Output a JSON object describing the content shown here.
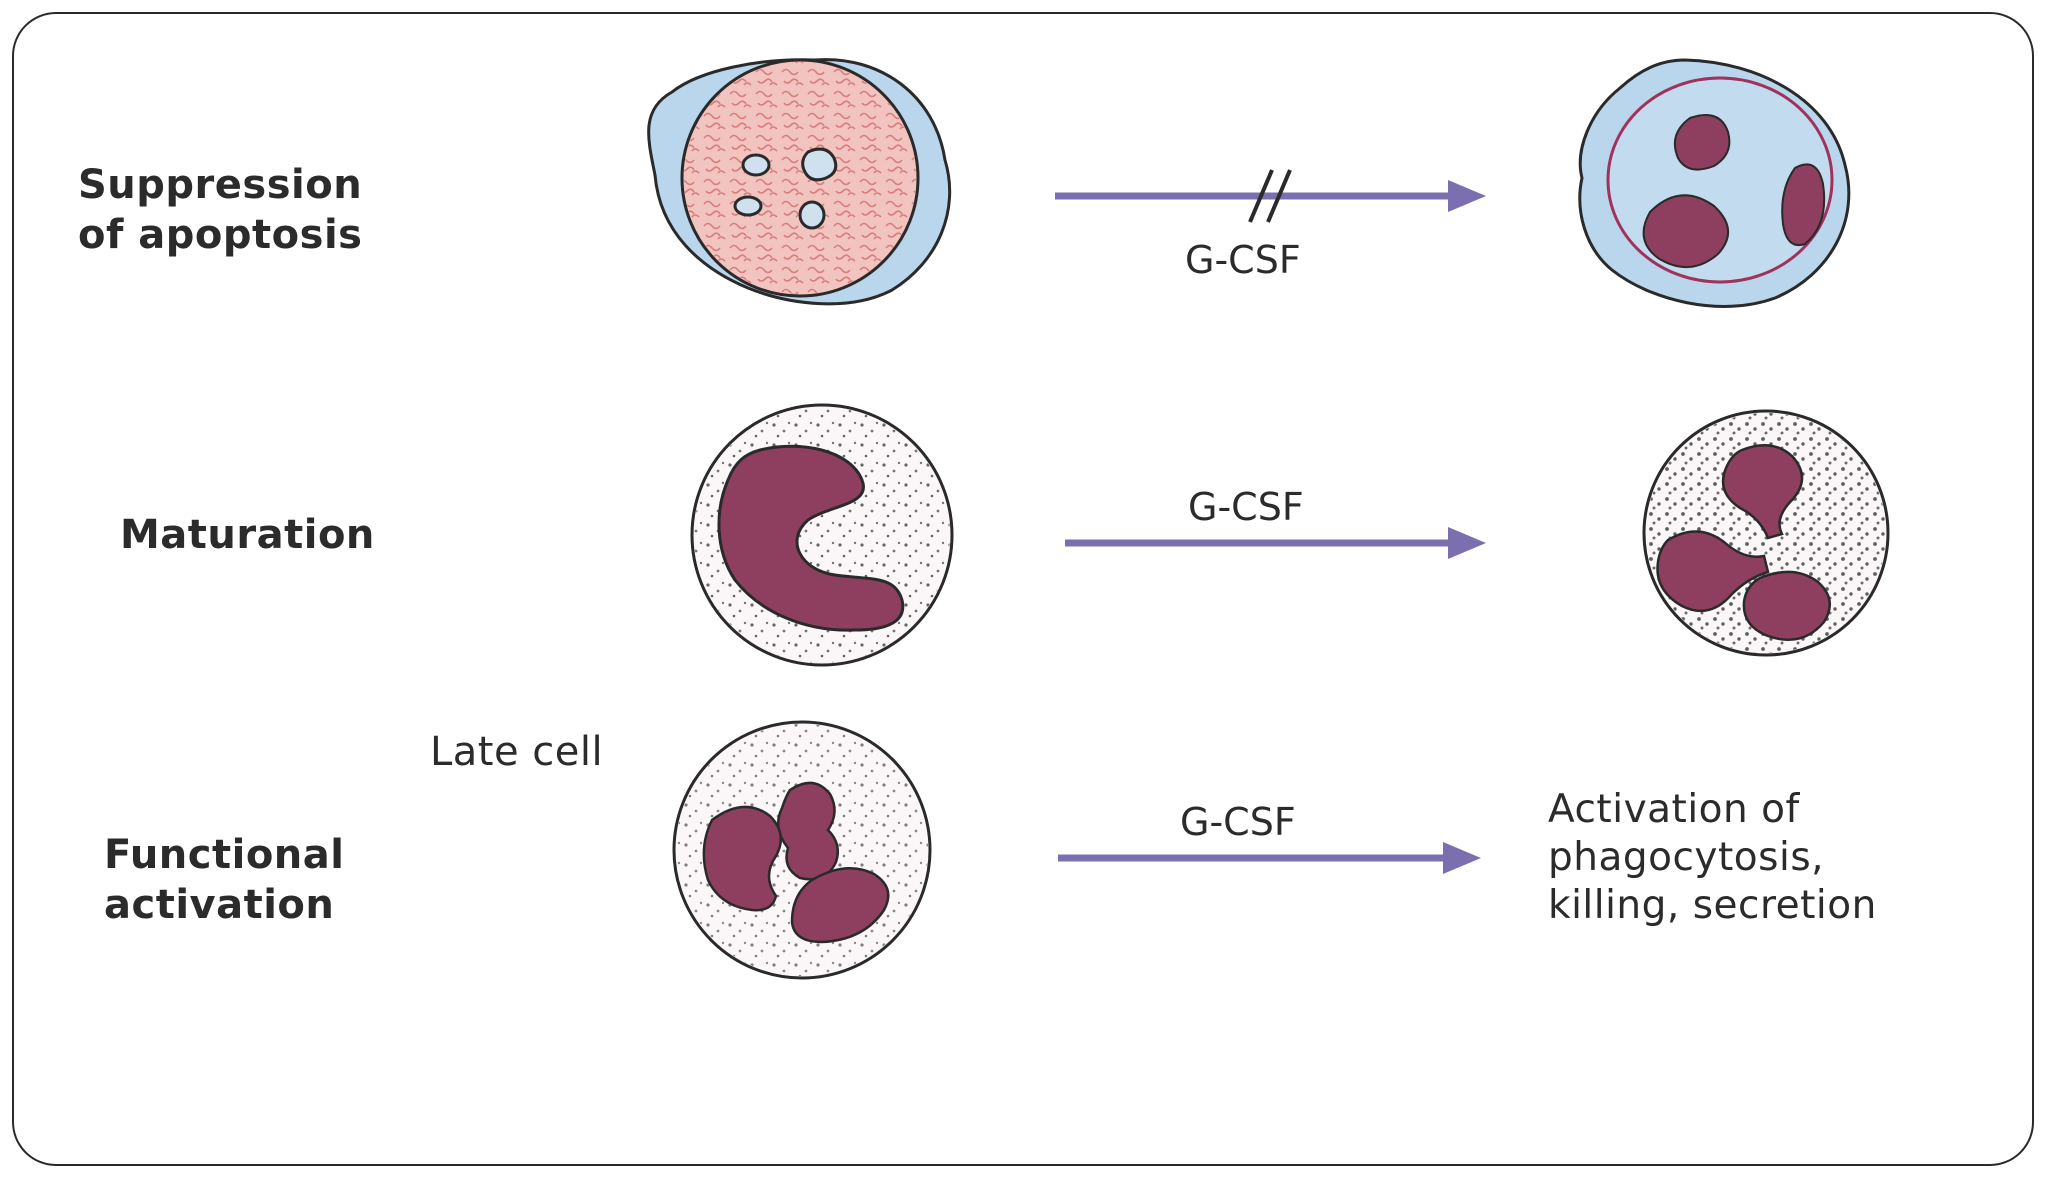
{
  "rows": {
    "apoptosis": {
      "label_line1": "Suppression",
      "label_line2": "of apoptosis",
      "arrow_label": "G-CSF",
      "blocked": true
    },
    "maturation": {
      "label": "Maturation",
      "arrow_label": "G-CSF"
    },
    "activation": {
      "label_line1": "Functional",
      "label_line2": "activation",
      "cell_label": "Late cell",
      "arrow_label": "G-CSF",
      "result_line1": "Activation of",
      "result_line2": "phagocytosis,",
      "result_line3": "killing, secretion"
    }
  },
  "colors": {
    "arrow": "#7b6fb0",
    "nucleus": "#8e3f5f",
    "cytoplasm_blue": "#b9d6ec",
    "chromatin_pink": "#f2c4c0",
    "outline": "#2a2a2a"
  },
  "icons": {
    "apoptotic-cell": "cell-icon",
    "mature-neutrophil": "neutrophil-icon",
    "band-cell": "cell-icon",
    "blocked-arrow": "double-slash-icon"
  }
}
